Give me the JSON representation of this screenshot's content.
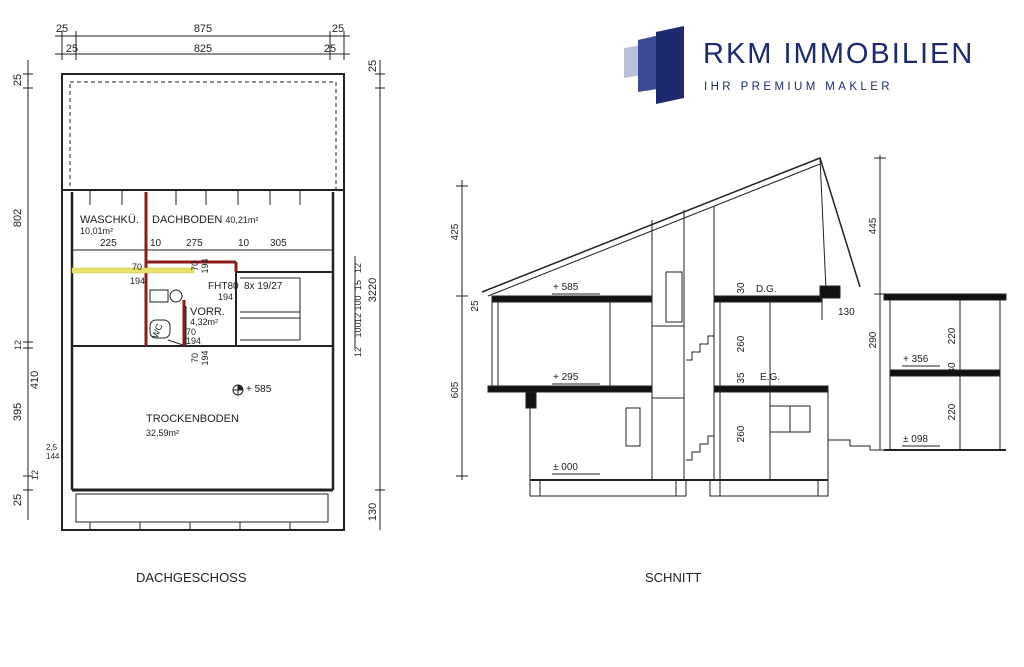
{
  "brand": {
    "name": "RKM IMMOBILIEN",
    "tagline": "IHR PREMIUM MAKLER",
    "colors": {
      "dark": "#1f2a6e",
      "mid": "#3d4a95",
      "light": "#b9bfd6"
    }
  },
  "floorplan": {
    "caption": "DACHGESCHOSS",
    "dims_top": [
      "25",
      "875",
      "25"
    ],
    "dims_top2": [
      "25",
      "825",
      "25"
    ],
    "dims_left": [
      "25",
      "802",
      "12",
      "410",
      "395",
      "2,5",
      "144",
      "12",
      "25"
    ],
    "dims_right": [
      "25",
      "3220",
      "130"
    ],
    "dims_right_inner": [
      "12",
      "15",
      "100",
      "12",
      "100",
      "12"
    ],
    "rooms": [
      {
        "name": "WASCHKÜ.",
        "area": "10,01m²"
      },
      {
        "name": "DACHBODEN",
        "area": "40,21m²"
      },
      {
        "name": "VORR.",
        "area": "4,32m²"
      },
      {
        "name": "TROCKENBODEN",
        "area": "32,59m²"
      }
    ],
    "inner_dims": [
      "225",
      "10",
      "275",
      "10",
      "305"
    ],
    "door_labels": [
      "70",
      "194",
      "70",
      "194",
      "194",
      "70",
      "194",
      "70",
      "194"
    ],
    "fire_door": "FHT80",
    "stairs": "8x 19/27",
    "level_mark": "+ 585",
    "wc_label": "WC",
    "accent_red": "#8b1a1a",
    "accent_yellow": "#e9e26a"
  },
  "section": {
    "caption": "SCHNITT",
    "dims_left": [
      "425",
      "25",
      "605"
    ],
    "dims_right": [
      "445",
      "130",
      "290"
    ],
    "levels": [
      "+ 585",
      "+ 295",
      "± 000",
      "+ 356",
      "± 098"
    ],
    "floors": [
      "D.G.",
      "E.G."
    ],
    "heights": [
      "30",
      "260",
      "35",
      "260",
      "220",
      "30",
      "220"
    ]
  }
}
